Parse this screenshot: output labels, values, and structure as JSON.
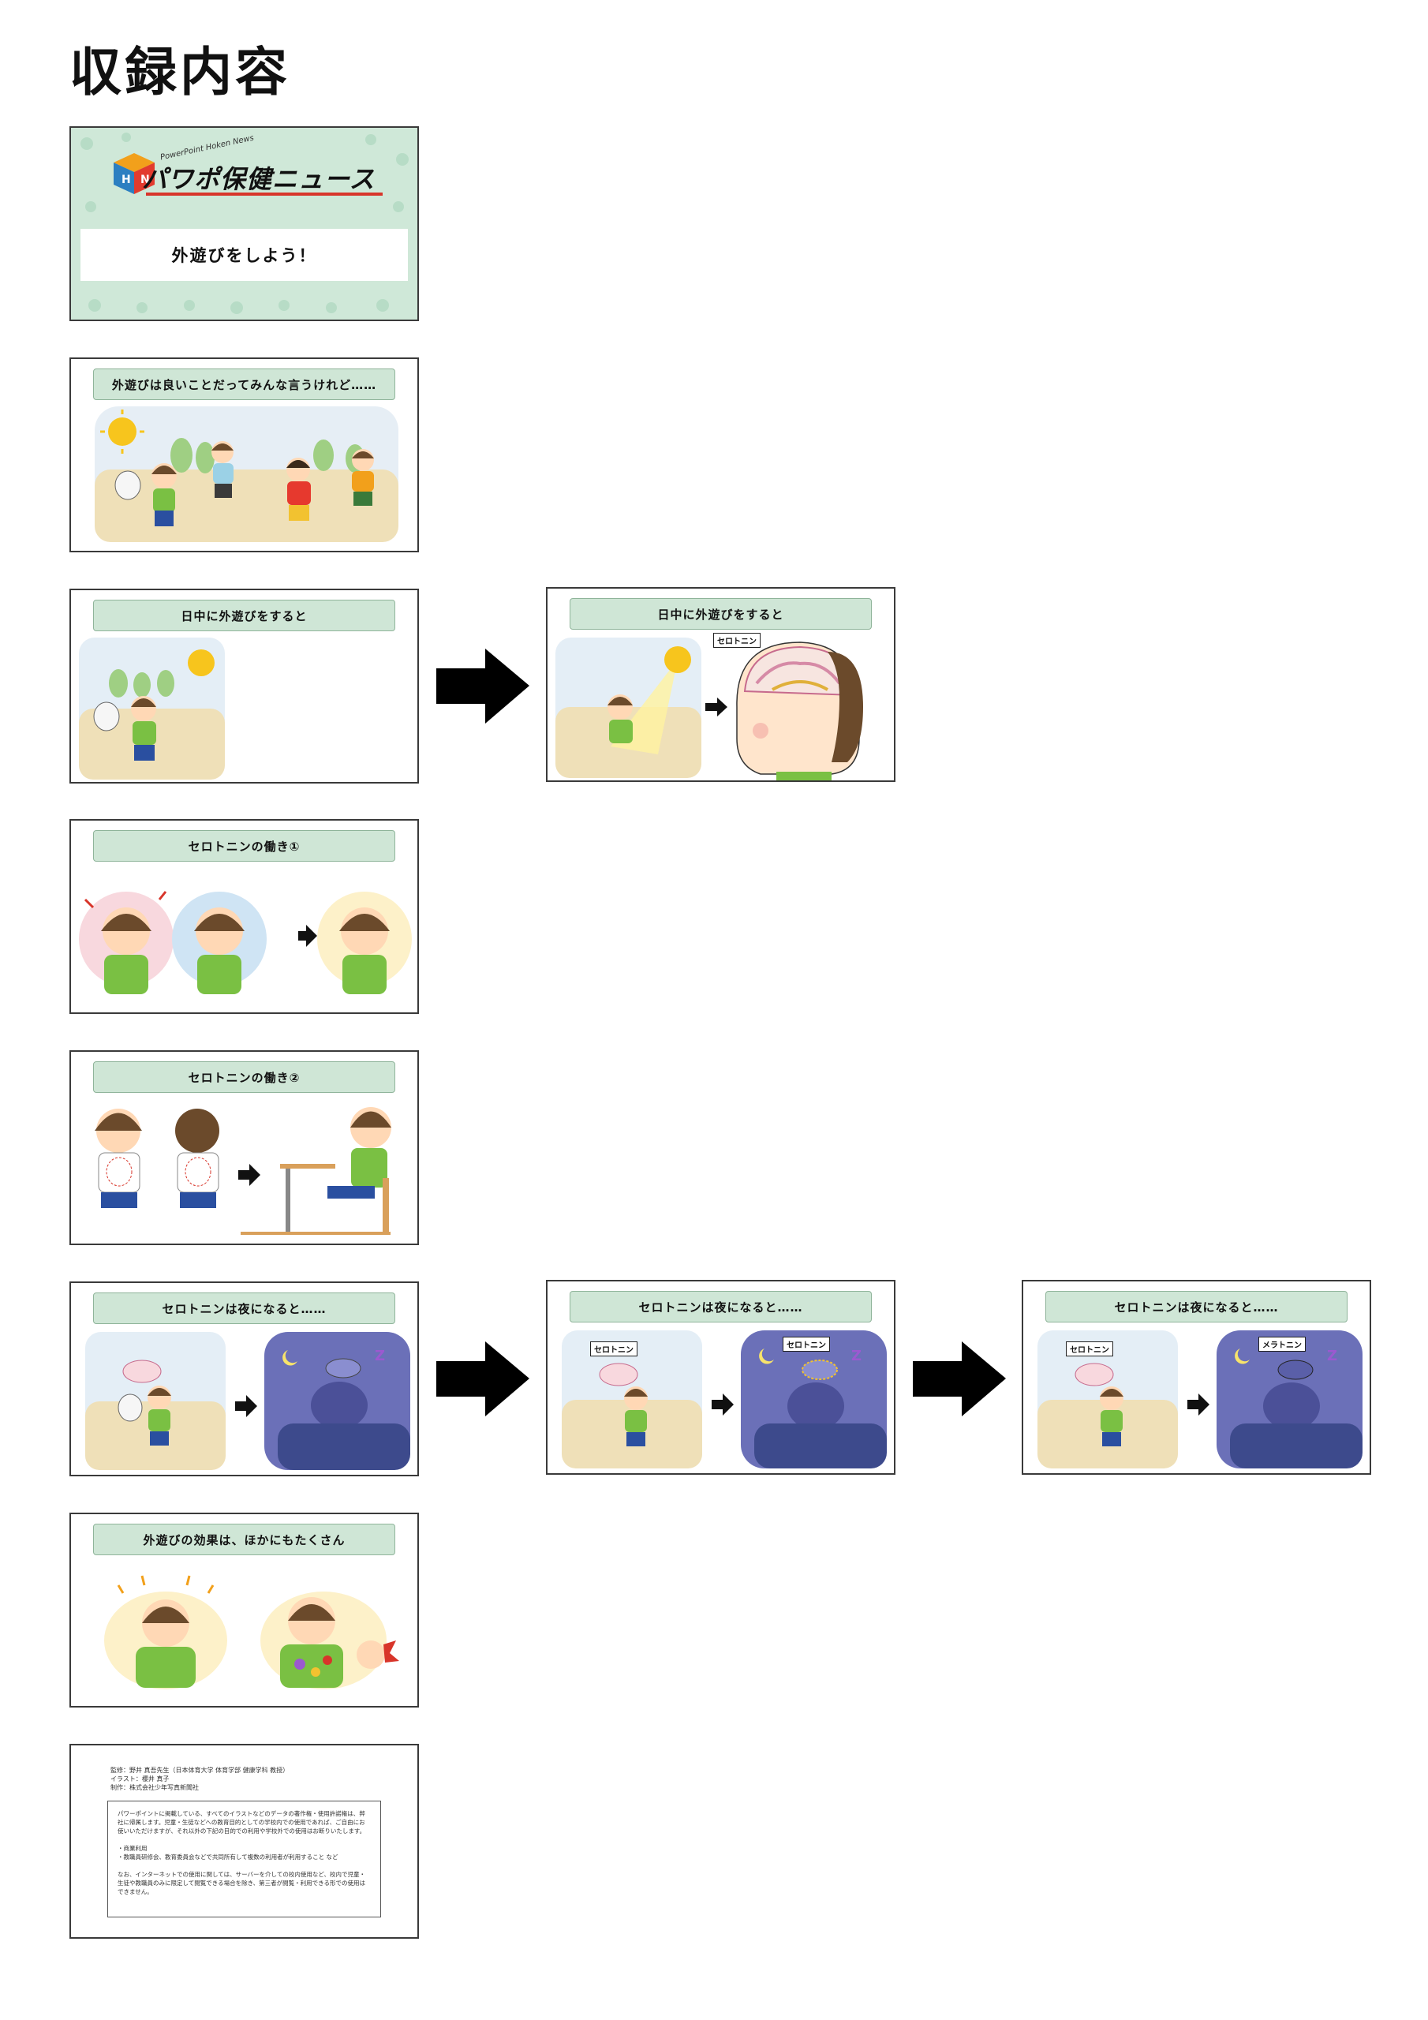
{
  "page": {
    "title": "収録内容"
  },
  "slides": {
    "cover": {
      "logo_sub": "PowerPoint Hoken News",
      "logo": "パワポ保健ニュース",
      "banner": "外遊びをしよう！"
    },
    "s2": {
      "title": "外遊びは良いことだってみんな言うけれど……"
    },
    "s3a": {
      "title": "日中に外遊びをすると"
    },
    "s3b": {
      "title": "日中に外遊びをすると",
      "tag": "セロトニン"
    },
    "s4": {
      "title": "セロトニンの働き①"
    },
    "s5": {
      "title": "セロトニンの働き②"
    },
    "s6a": {
      "title": "セロトニンは夜になると……"
    },
    "s6b": {
      "title": "セロトニンは夜になると……",
      "tag1": "セロトニン",
      "tag2": "セロトニン"
    },
    "s6c": {
      "title": "セロトニンは夜になると……",
      "tag1": "セロトニン",
      "tag2": "メラトニン"
    },
    "s7": {
      "title": "外遊びの効果は、ほかにもたくさん"
    },
    "credits": {
      "lines": "監修：野井 真吾先生（日本体育大学 体育学部 健康学科 教授）\nイラスト：櫻井 真子\n制作：株式会社少年写真新聞社",
      "notice": "パワーポイントに掲載している、すべてのイラストなどのデータの著作権・使用許諾権は、弊社に帰属します。児童・生徒などへの教育目的としての学校内での使用であれば、ご自由にお使いいただけますが、それ以外の下記の目的での利用や学校外での使用はお断りいたします。\n\n・商業利用\n・教職員研修会、教育委員会などで共同所有して複数の利用者が利用すること など\n\nなお、インターネットでの使用に関しては、サーバーを介しての校内使用など、校内で児童・生徒や教職員のみに限定して閲覧できる場合を除き、第三者が閲覧・利用できる形での使用はできません。"
    }
  },
  "colors": {
    "title_bg": "#cfe6d6",
    "cover_bg": "#cfe8d8",
    "shirt": "#7ac043",
    "sky": "#e4eef6",
    "night": "#6b70b8"
  }
}
